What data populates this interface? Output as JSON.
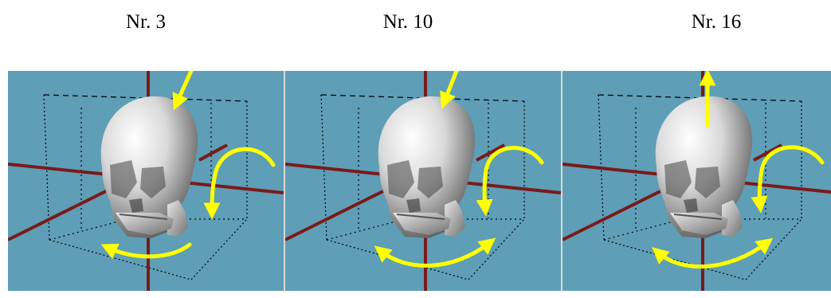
{
  "colors": {
    "background": "#5e9eb6",
    "axis": "#7a1a1a",
    "arrow": "#ffff00",
    "skull_light": "#f5f5f5",
    "skull_dark": "#6e6e6e"
  },
  "panels": [
    {
      "label": "Nr. 3",
      "skull_icon": "skull-3d",
      "top_arrow": "down-diagonal",
      "side_arrow": "single-head",
      "bottom_arrow": "single-head-left"
    },
    {
      "label": "Nr. 10",
      "skull_icon": "skull-3d",
      "top_arrow": "down-diagonal",
      "side_arrow": "single-head",
      "bottom_arrow": "double-head"
    },
    {
      "label": "Nr. 16",
      "skull_icon": "skull-3d",
      "top_arrow": "up-vertical",
      "side_arrow": "single-head",
      "bottom_arrow": "double-head"
    }
  ]
}
